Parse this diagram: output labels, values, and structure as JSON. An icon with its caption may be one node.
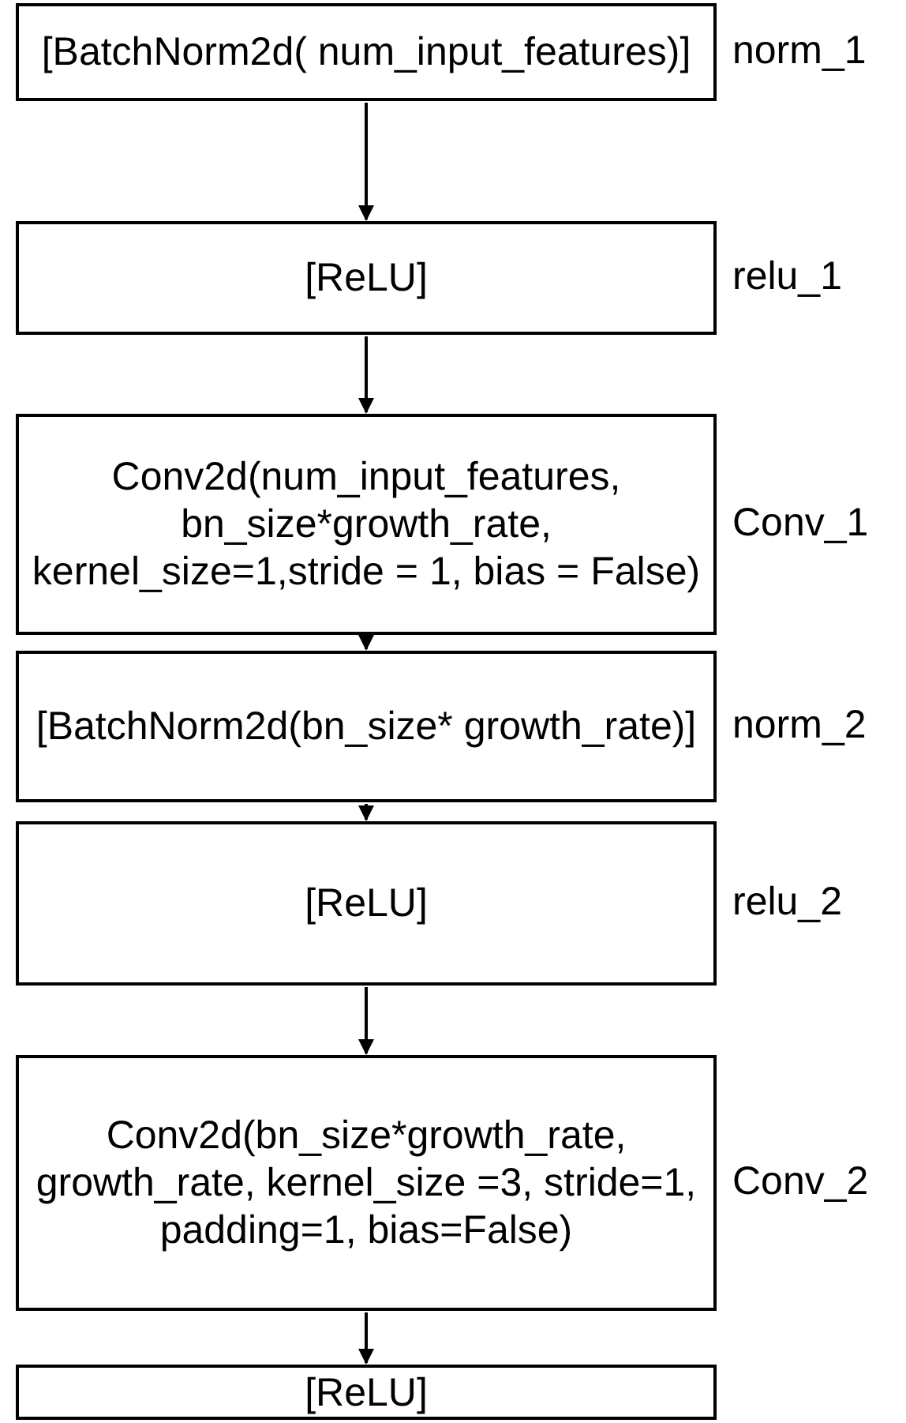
{
  "diagram": {
    "nodes": [
      {
        "text": [
          "[BatchNorm2d( num_input_features)]"
        ],
        "beside": [
          "norm_1"
        ]
      },
      {
        "text": [
          "[ReLU]"
        ],
        "beside": [
          "relu_1"
        ]
      },
      {
        "text": [
          "Conv2d(num_input_features, bn_size*growth_rate, kernel_size=1,stride = 1, bias = False)"
        ],
        "beside": [
          "Conv_1"
        ]
      },
      {
        "text": [
          "[BatchNorm2d(bn_size* growth_rate)]"
        ],
        "beside": [
          "norm_2"
        ]
      },
      {
        "text": [
          "[ReLU]"
        ],
        "beside": [
          "relu_2"
        ]
      },
      {
        "text": [
          "Conv2d(bn_size*growth_rate, growth_rate, kernel_size =3, stride=1, padding=1, bias=False)"
        ],
        "beside": [
          "Conv_2"
        ]
      },
      {
        "text": [
          "[ReLU]"
        ]
      }
    ],
    "edges": [
      {
        "from": 0,
        "to": 1,
        "arrow": "to"
      },
      {
        "from": 1,
        "to": 2,
        "arrow": "to"
      },
      {
        "from": 2,
        "to": 3,
        "arrow": "to"
      },
      {
        "from": 3,
        "to": 4,
        "arrow": "to"
      },
      {
        "from": 4,
        "to": 5,
        "arrow": "to"
      },
      {
        "from": 5,
        "to": 6,
        "arrow": "to"
      }
    ]
  }
}
